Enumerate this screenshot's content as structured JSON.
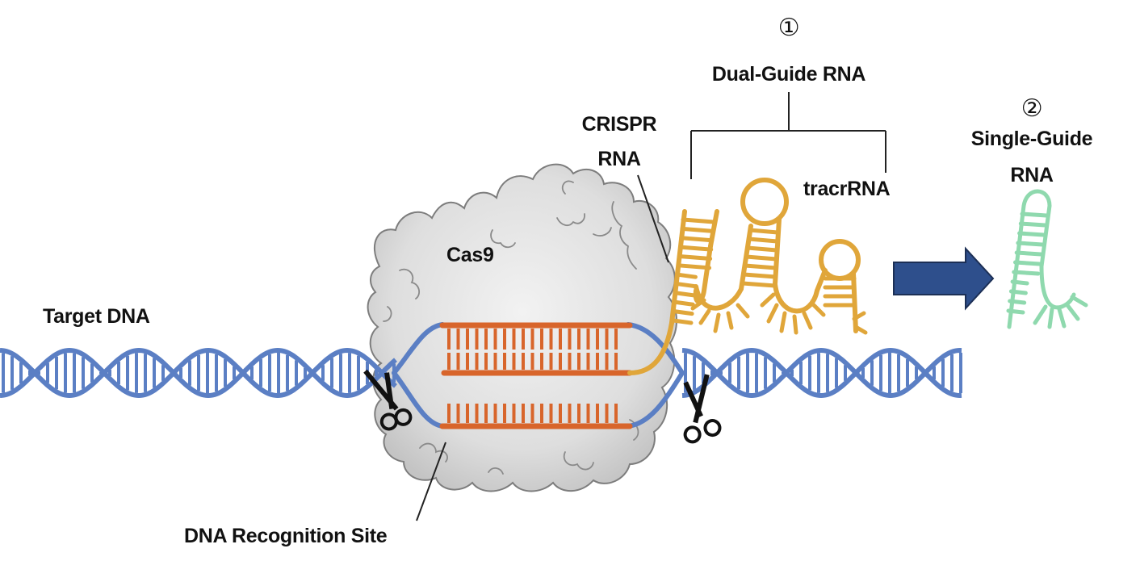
{
  "diagram": {
    "title": "CRISPR-Cas9 guide RNA configurations",
    "labels": {
      "step1_number": "①",
      "step1_title": "Dual-Guide RNA",
      "step2_number": "②",
      "step2_title_line1": "Single-Guide",
      "step2_title_line2": "RNA",
      "crispr_rna_line1": "CRISPR",
      "crispr_rna_line2": "RNA",
      "tracr_rna": "tracrRNA",
      "cas9": "Cas9",
      "target_dna": "Target DNA",
      "recognition_site": "DNA Recognition Site"
    },
    "icons": [
      "scissors-icon",
      "scissors-icon",
      "arrow-right-icon"
    ],
    "colors": {
      "dna": "#5b7fc4",
      "target_strand": "#d8652b",
      "guide_rna": "#e0a63a",
      "single_guide_rna": "#8fd9ae",
      "cas9_fill": "#d9d9d9",
      "cas9_outline": "#7d7d7d",
      "arrow": "#2e4f8c",
      "text": "#111111"
    }
  }
}
